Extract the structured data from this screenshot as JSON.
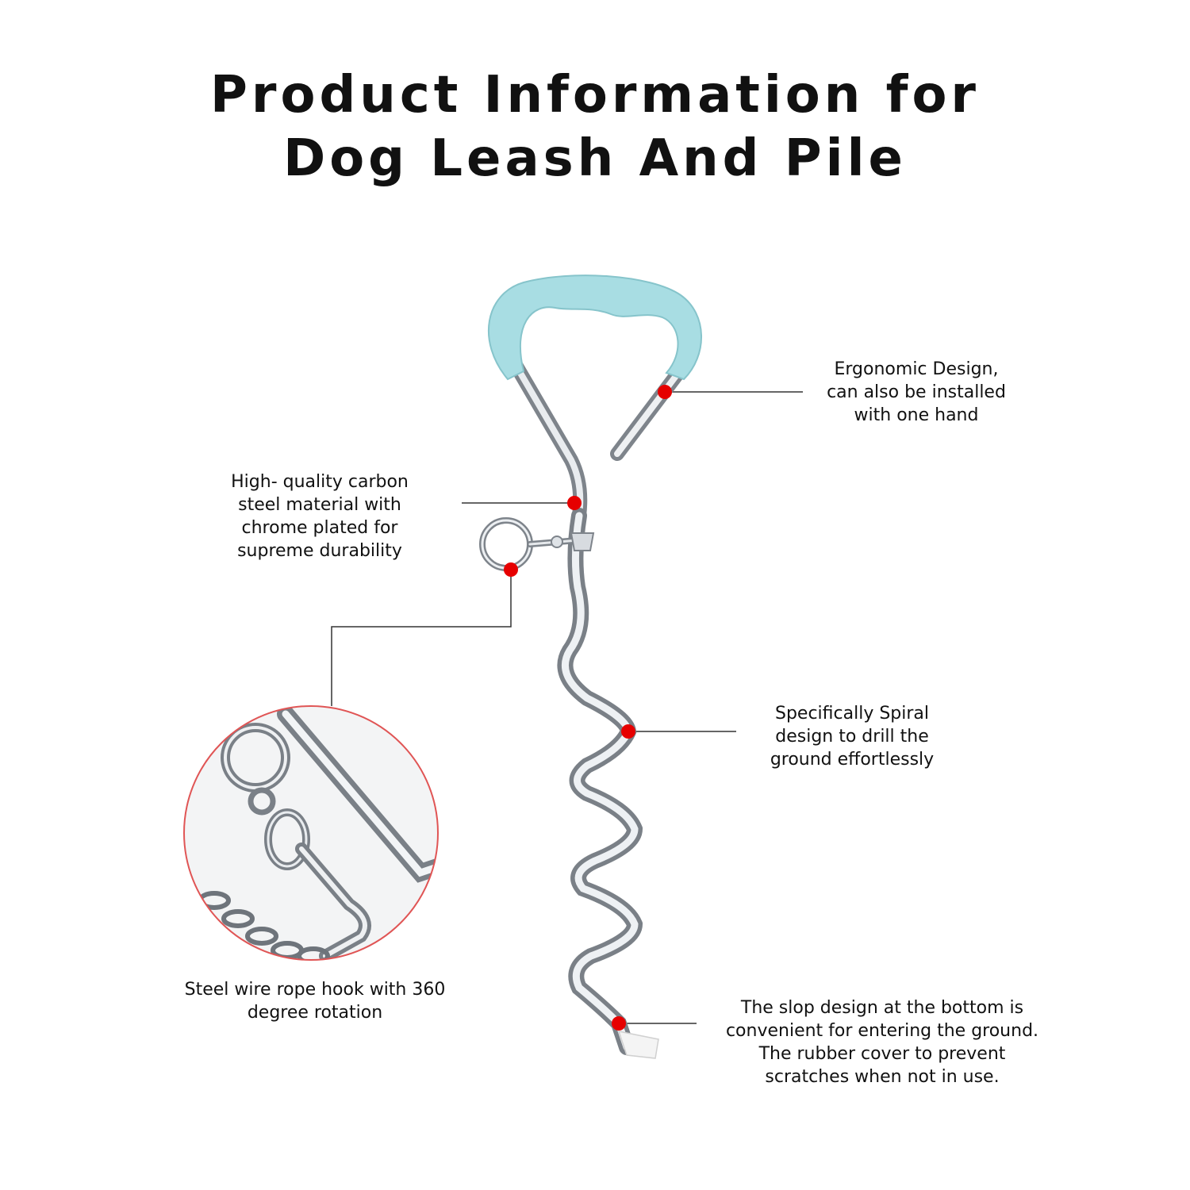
{
  "title": {
    "line1": "Product Information for",
    "line2": "Dog Leash And Pile"
  },
  "callouts": {
    "ergonomic": [
      "Ergonomic Design,",
      "can also be installed",
      "with one hand"
    ],
    "material": [
      "High- quality carbon",
      "steel material with",
      "chrome plated for",
      "supreme durability"
    ],
    "spiral": [
      "Specifically Spiral",
      "design to drill the",
      "ground effortlessly"
    ],
    "hook": [
      "Steel wire rope hook with 360",
      "degree rotation"
    ],
    "bottom": [
      "The slop design at the bottom is",
      "convenient for entering the ground.",
      "The rubber cover to prevent",
      "scratches when not in use."
    ]
  },
  "colors": {
    "marker": "#e60000",
    "handle": "#a8dde3",
    "steel": "#c9cdd2",
    "circle_border": "#e05555"
  }
}
